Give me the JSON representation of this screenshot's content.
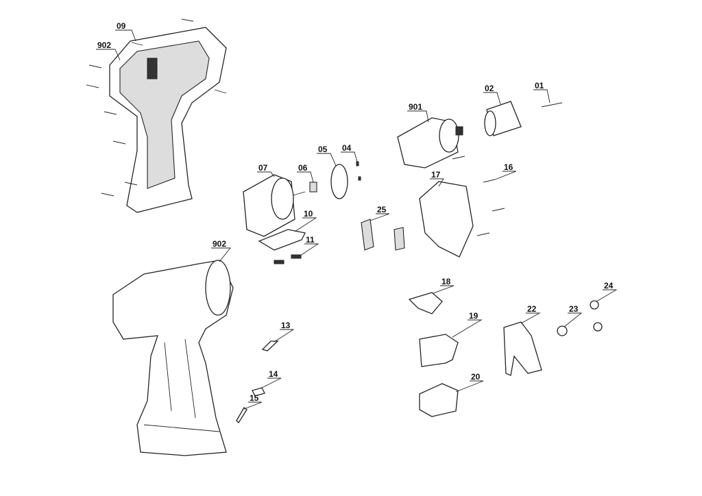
{
  "diagram": {
    "type": "exploded-parts-view",
    "part_labels": [
      "09",
      "902",
      "01",
      "02",
      "901",
      "05",
      "04",
      "07",
      "06",
      "16",
      "17",
      "25",
      "10",
      "11",
      "902",
      "18",
      "24",
      "23",
      "22",
      "19",
      "13",
      "14",
      "20",
      "15"
    ]
  }
}
